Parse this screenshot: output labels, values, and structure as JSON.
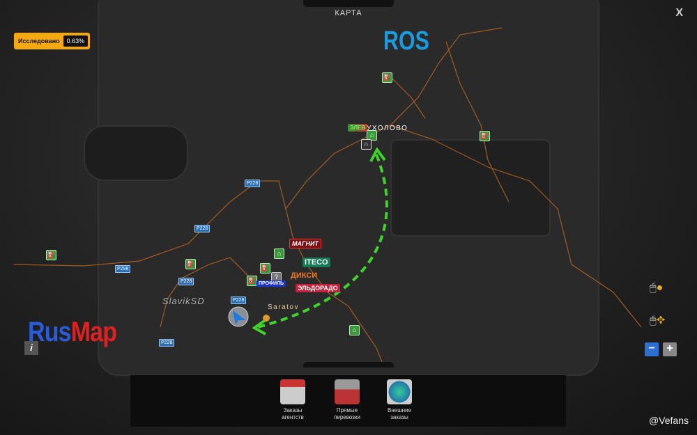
{
  "header": {
    "title": "КАРТА",
    "close": "X"
  },
  "explored": {
    "label": "Исследовано",
    "value": "0.63%"
  },
  "map": {
    "region_label": "ROS",
    "logo_text": {
      "rus": "Rus",
      "map": "Map"
    },
    "info": "i",
    "cities": [
      {
        "name": "УХОЛОВО"
      },
      {
        "name": "Saratov"
      }
    ],
    "roads": [
      "P228",
      "P228",
      "P228",
      "P228",
      "P298",
      "P228"
    ],
    "brands": [
      "МАГНИТ",
      "ITECO",
      "ДИКСИ",
      "ЭЛЬДОРАДО",
      "ЭЛЕВ",
      "ПРОФИЛЬ"
    ],
    "signature": "SlavikSD",
    "unknown_marker": "?"
  },
  "zoom": {
    "minus": "−",
    "plus": "+"
  },
  "bottom": {
    "buttons": [
      {
        "label1": "Заказы",
        "label2": "агентств"
      },
      {
        "label1": "Прямые",
        "label2": "перевозки"
      },
      {
        "label1": "Внешние",
        "label2": "заказы"
      }
    ]
  },
  "watermark": "@Vefans",
  "colors": {
    "accent": "#f4a910",
    "route": "#3fd42a",
    "region": "#1a9be0",
    "road": "#b8651e"
  }
}
